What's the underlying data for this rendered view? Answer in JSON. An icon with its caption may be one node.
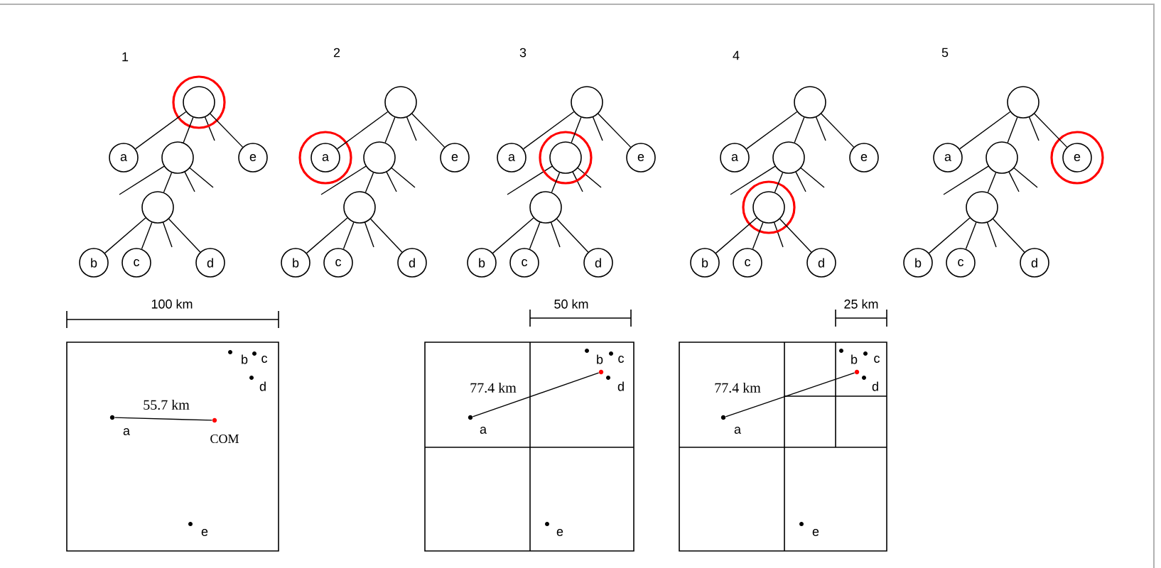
{
  "diagram": {
    "nodes": [
      {
        "text": [],
        "shape": "circle"
      },
      {
        "text": [
          "a"
        ]
      },
      {
        "text": [],
        "shape": "circle"
      },
      {
        "text": [
          "e"
        ]
      },
      {
        "text": [],
        "shape": "circle"
      },
      {
        "text": [
          "b"
        ]
      },
      {
        "text": [
          "c"
        ]
      },
      {
        "text": [
          "d"
        ]
      },
      {
        "text": [],
        "shape": "circle"
      },
      {
        "text": [
          "a"
        ]
      },
      {
        "text": [],
        "shape": "circle"
      },
      {
        "text": [
          "e"
        ]
      },
      {
        "text": [],
        "shape": "circle"
      },
      {
        "text": [
          "b"
        ]
      },
      {
        "text": [
          "c"
        ]
      },
      {
        "text": [
          "d"
        ]
      },
      {
        "text": [],
        "shape": "circle"
      },
      {
        "text": [
          "a"
        ]
      },
      {
        "text": [],
        "shape": "circle"
      },
      {
        "text": [
          "e"
        ]
      },
      {
        "text": [],
        "shape": "circle"
      },
      {
        "text": [
          "b"
        ]
      },
      {
        "text": [
          "c"
        ]
      },
      {
        "text": [
          "d"
        ]
      },
      {
        "text": [],
        "shape": "circle"
      },
      {
        "text": [
          "a"
        ]
      },
      {
        "text": [],
        "shape": "circle"
      },
      {
        "text": [
          "e"
        ]
      },
      {
        "text": [],
        "shape": "circle"
      },
      {
        "text": [
          "b"
        ]
      },
      {
        "text": [
          "c"
        ]
      },
      {
        "text": [
          "d"
        ]
      },
      {
        "text": [],
        "shape": "circle"
      },
      {
        "text": [
          "a"
        ]
      },
      {
        "text": [],
        "shape": "circle"
      },
      {
        "text": [
          "e"
        ]
      },
      {
        "text": [],
        "shape": "circle"
      },
      {
        "text": [
          "b"
        ]
      },
      {
        "text": [
          "c"
        ]
      },
      {
        "text": [
          "d"
        ]
      },
      {
        "text": [],
        "shape": "circle",
        "beside": [
          "a"
        ]
      },
      {
        "text": [],
        "shape": "circle",
        "beside": [
          "COM"
        ]
      },
      {
        "text": [],
        "shape": "circle",
        "beside": [
          "a"
        ]
      },
      {
        "text": [],
        "shape": "circle"
      },
      {
        "text": [],
        "shape": "circle",
        "beside": [
          "a"
        ]
      },
      {
        "text": [],
        "shape": "circle"
      }
    ],
    "edges": [
      {
        "from": 0,
        "to": 1,
        "arrow": "none"
      },
      {
        "from": 0,
        "to": 2,
        "arrow": "none"
      },
      {
        "from": 0,
        "to": 3,
        "arrow": "none"
      },
      {
        "from": 2,
        "to": 4,
        "arrow": "none"
      },
      {
        "from": 4,
        "to": 5,
        "arrow": "none"
      },
      {
        "from": 4,
        "to": 6,
        "arrow": "none"
      },
      {
        "from": 4,
        "to": 7,
        "arrow": "none"
      },
      {
        "from": 8,
        "to": 9,
        "arrow": "none"
      },
      {
        "from": 8,
        "to": 10,
        "arrow": "none"
      },
      {
        "from": 8,
        "to": 11,
        "arrow": "none"
      },
      {
        "from": 10,
        "to": 12,
        "arrow": "none"
      },
      {
        "from": 12,
        "to": 13,
        "arrow": "none"
      },
      {
        "from": 12,
        "to": 14,
        "arrow": "none"
      },
      {
        "from": 12,
        "to": 15,
        "arrow": "none"
      },
      {
        "from": 16,
        "to": 17,
        "arrow": "none"
      },
      {
        "from": 16,
        "to": 18,
        "arrow": "none"
      },
      {
        "from": 16,
        "to": 19,
        "arrow": "none"
      },
      {
        "from": 18,
        "to": 20,
        "arrow": "none"
      },
      {
        "from": 20,
        "to": 21,
        "arrow": "none"
      },
      {
        "from": 20,
        "to": 22,
        "arrow": "none"
      },
      {
        "from": 20,
        "to": 23,
        "arrow": "none"
      },
      {
        "from": 24,
        "to": 25,
        "arrow": "none"
      },
      {
        "from": 24,
        "to": 26,
        "arrow": "none"
      },
      {
        "from": 24,
        "to": 27,
        "arrow": "none"
      },
      {
        "from": 26,
        "to": 28,
        "arrow": "none"
      },
      {
        "from": 28,
        "to": 29,
        "arrow": "none"
      },
      {
        "from": 28,
        "to": 30,
        "arrow": "none"
      },
      {
        "from": 28,
        "to": 31,
        "arrow": "none"
      },
      {
        "from": 32,
        "to": 33,
        "arrow": "none"
      },
      {
        "from": 32,
        "to": 34,
        "arrow": "none"
      },
      {
        "from": 32,
        "to": 35,
        "arrow": "none"
      },
      {
        "from": 34,
        "to": 36,
        "arrow": "none"
      },
      {
        "from": 36,
        "to": 37,
        "arrow": "none"
      },
      {
        "from": 36,
        "to": 38,
        "arrow": "none"
      },
      {
        "from": 36,
        "to": 39,
        "arrow": "none"
      },
      {
        "from": 40,
        "to": 41,
        "arrow": "none",
        "label": "55.7 km"
      },
      {
        "from": 42,
        "to": 43,
        "arrow": "none",
        "label": "77.4 km"
      },
      {
        "from": 44,
        "to": 45,
        "arrow": "none",
        "label": "77.4 km"
      }
    ],
    "labels": [
      "1",
      "2",
      "3",
      "4",
      "5",
      "100 km",
      "50 km",
      "25 km",
      "b",
      "c",
      "d",
      "e",
      "b",
      "c",
      "d",
      "e",
      "b",
      "c",
      "d",
      "e"
    ]
  }
}
